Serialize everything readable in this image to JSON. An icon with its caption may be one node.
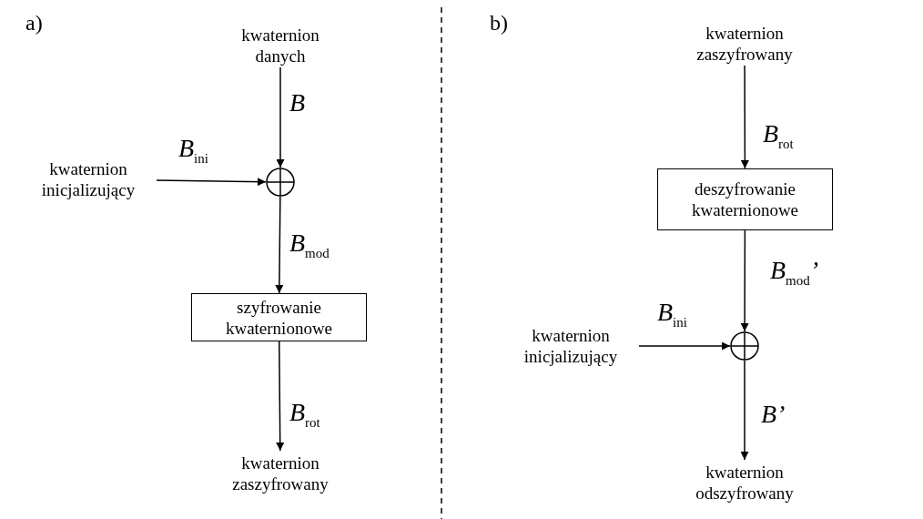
{
  "diagram": {
    "nodes": [
      {
        "text": [
          "kwaternion danych"
        ]
      },
      {
        "text": [
          "kwaternion inicjalizujący"
        ]
      },
      {
        "text": [],
        "shape": "circle"
      },
      {
        "text": [
          "szyfrowanie kwaternionowe"
        ]
      },
      {
        "text": [
          "kwaternion zaszyfrowany"
        ]
      },
      {
        "text": [
          "kwaternion zaszyfrowany"
        ]
      },
      {
        "text": [
          "deszyfrowanie kwaternionowe"
        ]
      },
      {
        "text": [
          "kwaternion inicjalizujący"
        ]
      },
      {
        "text": [],
        "shape": "circle"
      },
      {
        "text": [
          "kwaternion odszyfrowany"
        ]
      }
    ],
    "edges": [
      {
        "from": 0,
        "to": 2,
        "arrow": "to",
        "label": "B"
      },
      {
        "from": 1,
        "to": 2,
        "arrow": "to",
        "label": "B$_{ini}$"
      },
      {
        "from": 2,
        "to": 3,
        "arrow": "to",
        "label": "B$_{mod}$"
      },
      {
        "from": 3,
        "to": 4,
        "arrow": "to",
        "label": "B$_{rot}$"
      },
      {
        "from": 5,
        "to": 6,
        "arrow": "to",
        "label": "B$_{rot}$"
      },
      {
        "from": 6,
        "to": 8,
        "arrow": "to",
        "label": "B$_{mod}$’"
      },
      {
        "from": 7,
        "to": 8,
        "arrow": "to",
        "label": "B$_{ini}$"
      },
      {
        "from": 8,
        "to": 9,
        "arrow": "to",
        "label": "B’"
      }
    ],
    "labels": [
      "a)",
      "b)"
    ]
  }
}
